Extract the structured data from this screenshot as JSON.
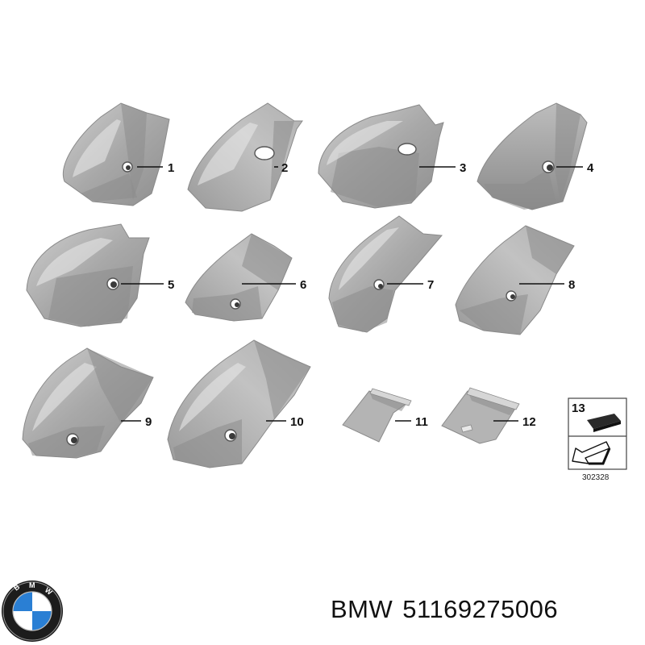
{
  "parts": [
    {
      "label": "1"
    },
    {
      "label": "2"
    },
    {
      "label": "3"
    },
    {
      "label": "4"
    },
    {
      "label": "5"
    },
    {
      "label": "6"
    },
    {
      "label": "7"
    },
    {
      "label": "8"
    },
    {
      "label": "9"
    },
    {
      "label": "10"
    },
    {
      "label": "11"
    },
    {
      "label": "12"
    }
  ],
  "legend_box": {
    "number": "13"
  },
  "diagram_ref": "302328",
  "footer": {
    "brand": "BMW",
    "part_number": "51169275006"
  },
  "logo": {
    "text": "BMW",
    "colors": {
      "ring": "#1a1a1a",
      "blue": "#2a7fd4",
      "white": "#ffffff"
    }
  },
  "colors": {
    "part_fill": "#a9a9a9",
    "part_dark": "#7d7d7d",
    "label": "#111111"
  }
}
